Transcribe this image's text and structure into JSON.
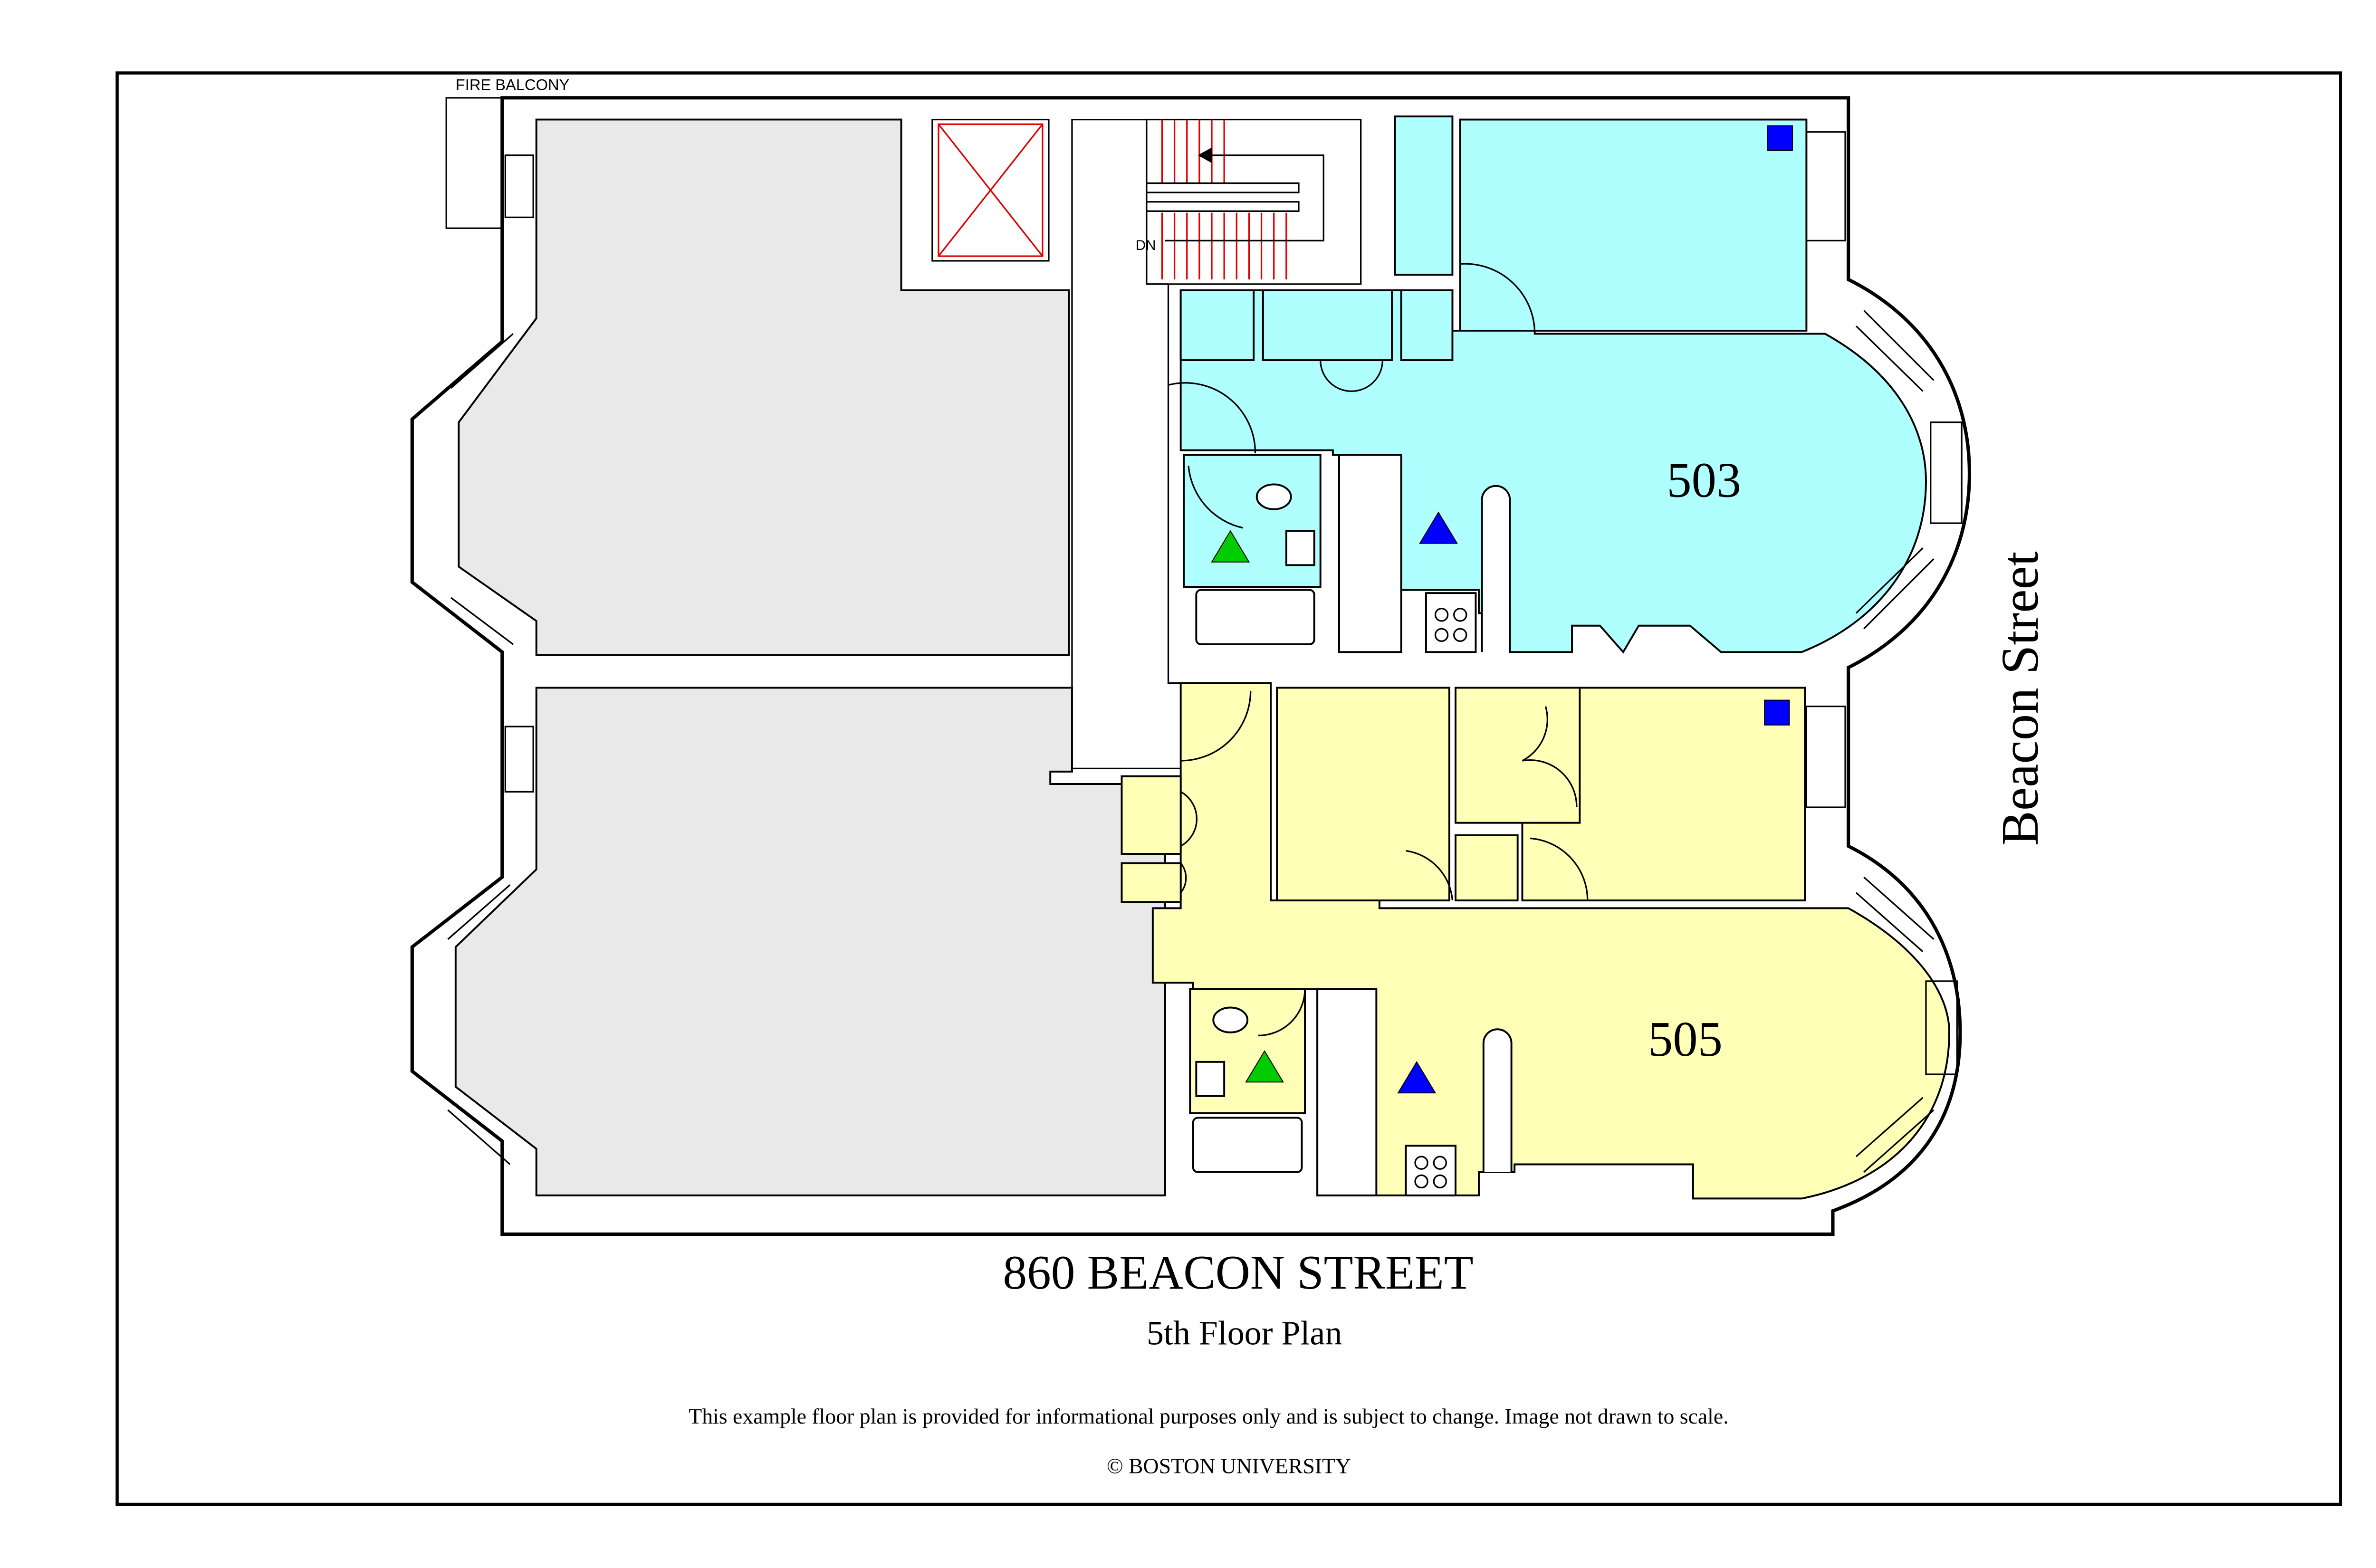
{
  "title": "860 BEACON STREET",
  "subtitle": "5th Floor Plan",
  "disclaimer": "This example floor plan is provided for informational purposes only and is subject to change. Image not drawn to scale.",
  "copyright": "© BOSTON UNIVERSITY",
  "street_label": "Beacon Street",
  "fire_balcony_label": "FIRE  BALCONY",
  "stair_label": "DN",
  "units": [
    {
      "number": "503",
      "color": "#b0ffff"
    },
    {
      "number": "505",
      "color": "#ffffb8"
    }
  ],
  "colors": {
    "unavailable": "#e9e9e9",
    "marker_square": "#0000ff",
    "marker_triangle_blue": "#0000ff",
    "marker_triangle_green": "#00cc00",
    "stair_lines": "#e00000"
  }
}
